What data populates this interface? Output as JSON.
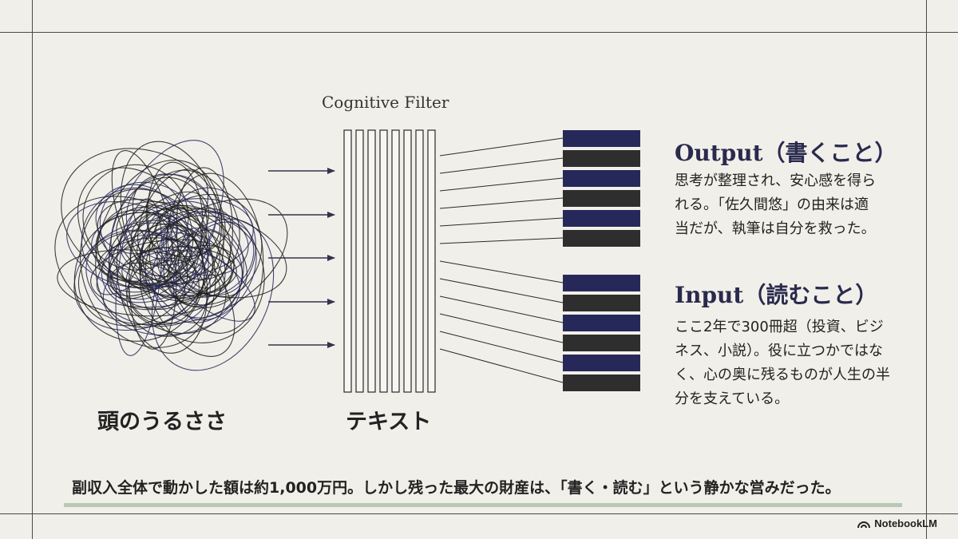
{
  "diagram": {
    "filter_title": "Cognitive Filter",
    "left_label": "頭のうるささ",
    "middle_label": "テキスト",
    "output": {
      "heading": "Output（書くこと）",
      "lines": [
        "思考が整理され、安心感を得ら",
        "れる。「佐久間悠」の由来は適",
        "当だが、執筆は自分を救った。"
      ]
    },
    "input": {
      "heading": "Input（読むこと）",
      "lines": [
        "ここ2年で300冊超（投資、ビジ",
        "ネス、小説）。役に立つかではな",
        "く、心の奥に残るものが人生の半",
        "分を支えている。"
      ]
    },
    "caption": "副収入全体で動かした額は約1,000万円。しかし残った最大の財産は、「書く・読む」という静かな営みだった。",
    "colors": {
      "navy": "#27285a",
      "dark": "#2e2e2e",
      "line": "#33334f",
      "accent_rule": "#b8c8b4"
    }
  },
  "branding": {
    "logo_text": "NotebookLM",
    "logo_icon": "notebooklm-icon"
  }
}
